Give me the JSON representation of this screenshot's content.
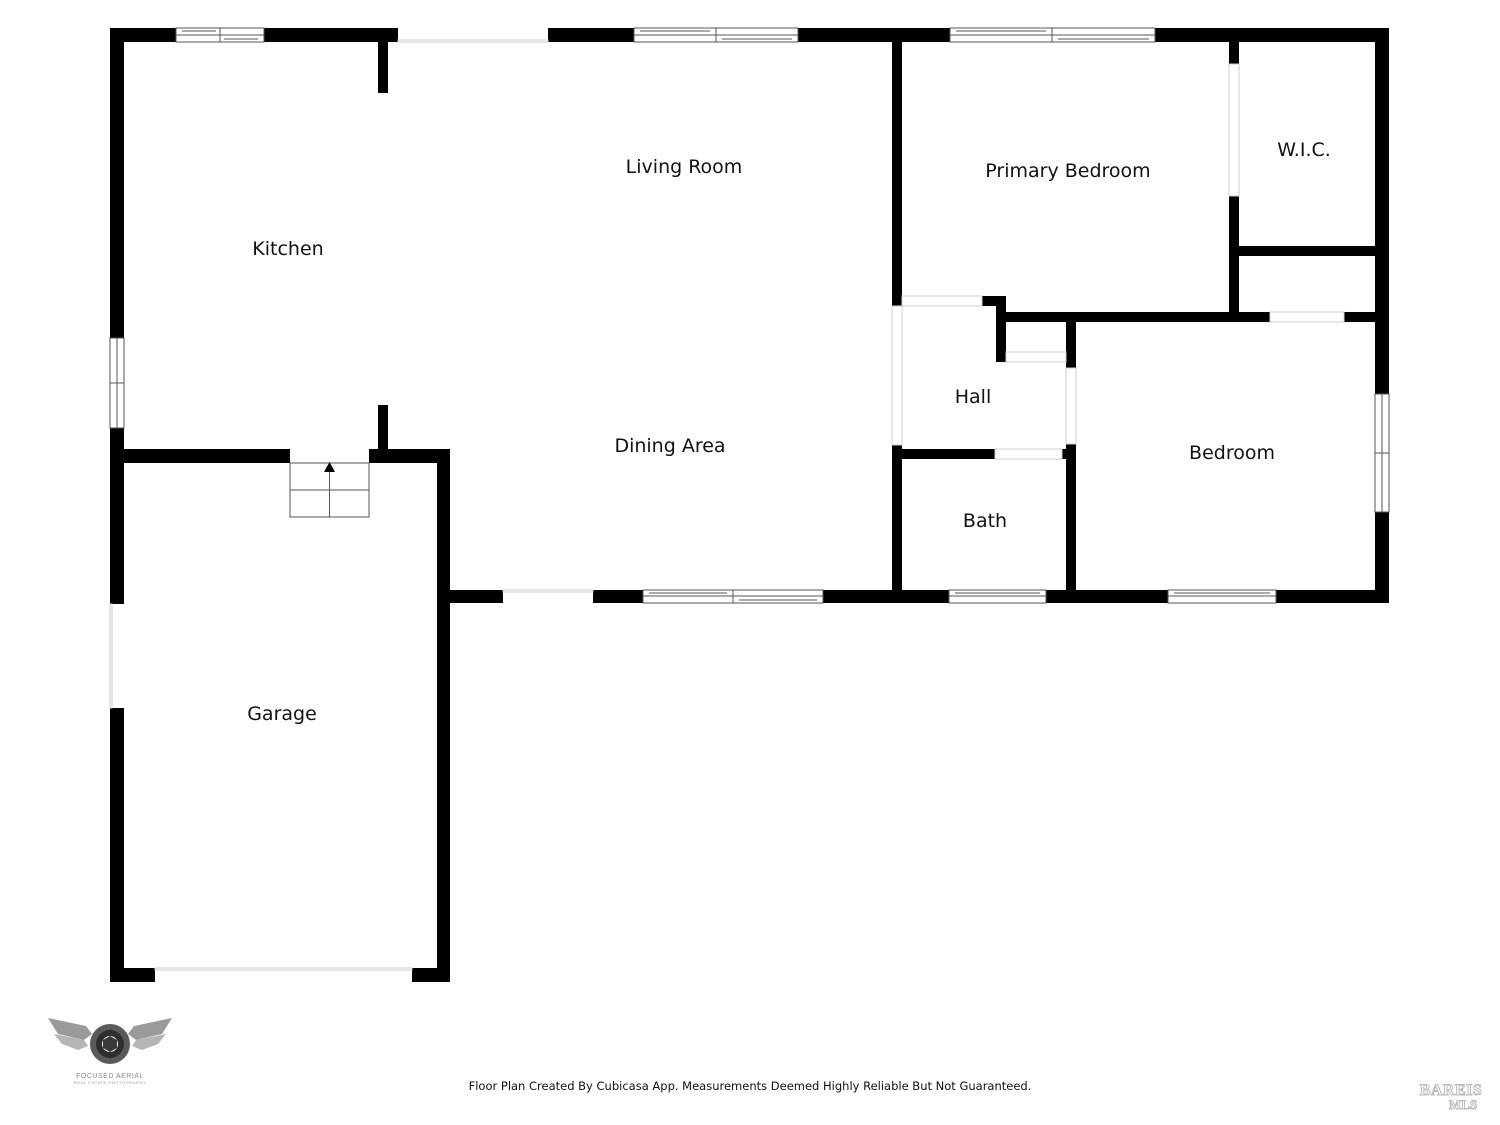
{
  "rooms": {
    "living_room": "Living Room",
    "kitchen": "Kitchen",
    "primary_bedroom": "Primary Bedroom",
    "wic": "W.I.C.",
    "hall": "Hall",
    "dining_area": "Dining Area",
    "bedroom": "Bedroom",
    "bath": "Bath",
    "garage": "Garage"
  },
  "footer": {
    "note": "Floor Plan Created By Cubicasa App. Measurements Deemed Highly Reliable But Not Guaranteed."
  },
  "branding": {
    "logo_name": "FOCUSED AERIAL",
    "logo_tagline": "REAL ESTATE PHOTOGRAPHY",
    "mls_top": "BAREIS",
    "mls_bottom": "MLS"
  },
  "colors": {
    "wall": "#000000",
    "background": "#ffffff",
    "window_frame": "#555555"
  }
}
